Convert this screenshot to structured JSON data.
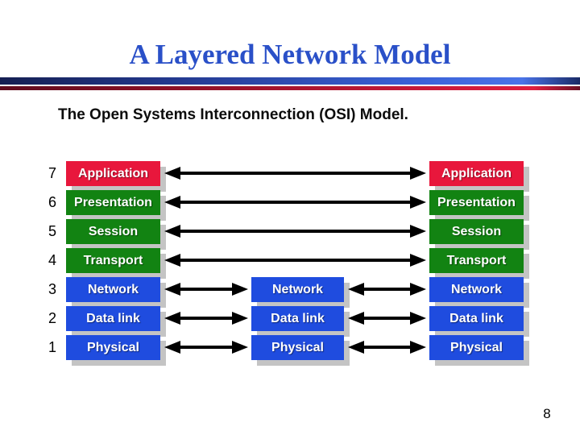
{
  "slide": {
    "title": "A Layered Network Model",
    "subtitle": "The Open Systems Interconnection (OSI) Model.",
    "page_number": "8"
  },
  "colors": {
    "title_blue": "#2a50c8",
    "box_red": "#e8173c",
    "box_green": "#128312",
    "box_blue": "#1f4cdf",
    "box_shadow_gray": "#c4c4c4",
    "arrow_black": "#000000",
    "divider_blue": "#3a62d8",
    "divider_red": "#c81a38"
  },
  "layers": [
    {
      "number": "7",
      "label": "Application",
      "color": "red"
    },
    {
      "number": "6",
      "label": "Presentation",
      "color": "green"
    },
    {
      "number": "5",
      "label": "Session",
      "color": "green"
    },
    {
      "number": "4",
      "label": "Transport",
      "color": "green"
    },
    {
      "number": "3",
      "label": "Network",
      "color": "blue"
    },
    {
      "number": "2",
      "label": "Data link",
      "color": "blue"
    },
    {
      "number": "1",
      "label": "Physical",
      "color": "blue"
    }
  ],
  "columns": {
    "left": [
      "Application",
      "Presentation",
      "Session",
      "Transport",
      "Network",
      "Data link",
      "Physical"
    ],
    "middle": [
      "Network",
      "Data link",
      "Physical"
    ],
    "right": [
      "Application",
      "Presentation",
      "Session",
      "Transport",
      "Network",
      "Data link",
      "Physical"
    ]
  }
}
